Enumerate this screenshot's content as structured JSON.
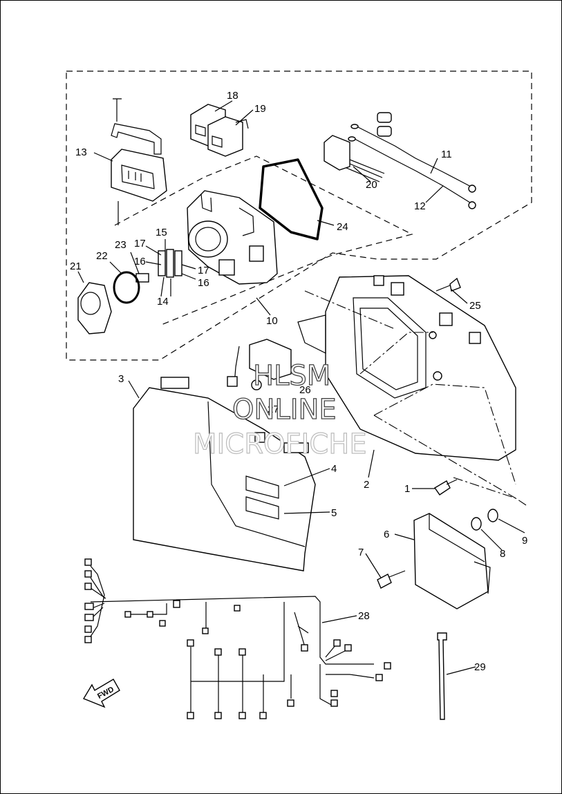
{
  "watermark": {
    "line1": "HLSM",
    "line2": "ONLINE",
    "line3": "MICROFICHE"
  },
  "fwd_label": "FWD",
  "callouts": [
    "1",
    "2",
    "3",
    "4",
    "5",
    "6",
    "7",
    "8",
    "9",
    "10",
    "11",
    "12",
    "13",
    "14",
    "15",
    "16",
    "16",
    "17",
    "17",
    "18",
    "19",
    "20",
    "21",
    "22",
    "23",
    "24",
    "25",
    "26",
    "27",
    "28",
    "29"
  ]
}
